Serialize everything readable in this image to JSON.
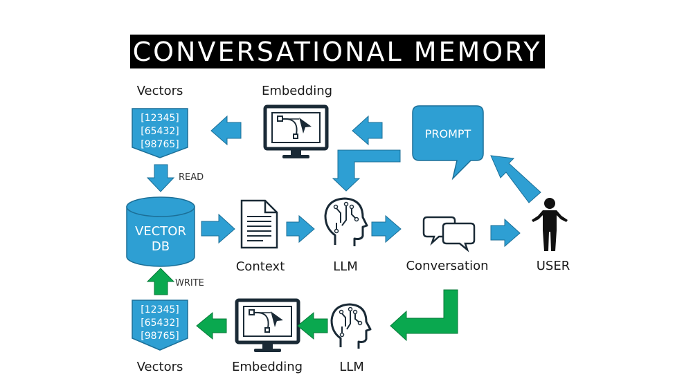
{
  "title": "CONVERSATIONAL MEMORY",
  "top_flow": {
    "vectors_label": "Vectors",
    "vectors_values": [
      "[12345]",
      "[65432]",
      "[98765]"
    ],
    "embedding_label": "Embedding",
    "prompt_label": "PROMPT",
    "read_label": "READ"
  },
  "middle_flow": {
    "db_line1": "VECTOR",
    "db_line2": "DB",
    "context_label": "Context",
    "llm_label": "LLM",
    "conversation_label": "Conversation",
    "user_label": "USER"
  },
  "bottom_flow": {
    "write_label": "WRITE",
    "vectors_label": "Vectors",
    "vectors_values": [
      "[12345]",
      "[65432]",
      "[98765]"
    ],
    "embedding_label": "Embedding",
    "llm_label": "LLM"
  },
  "colors": {
    "blue": "#2e9fd3",
    "blue_stroke": "#1c6f97",
    "green": "#0aa84f",
    "green_stroke": "#087a3a",
    "dark": "#1a2a36",
    "title_bg": "#000000",
    "title_fg": "#ffffff"
  }
}
